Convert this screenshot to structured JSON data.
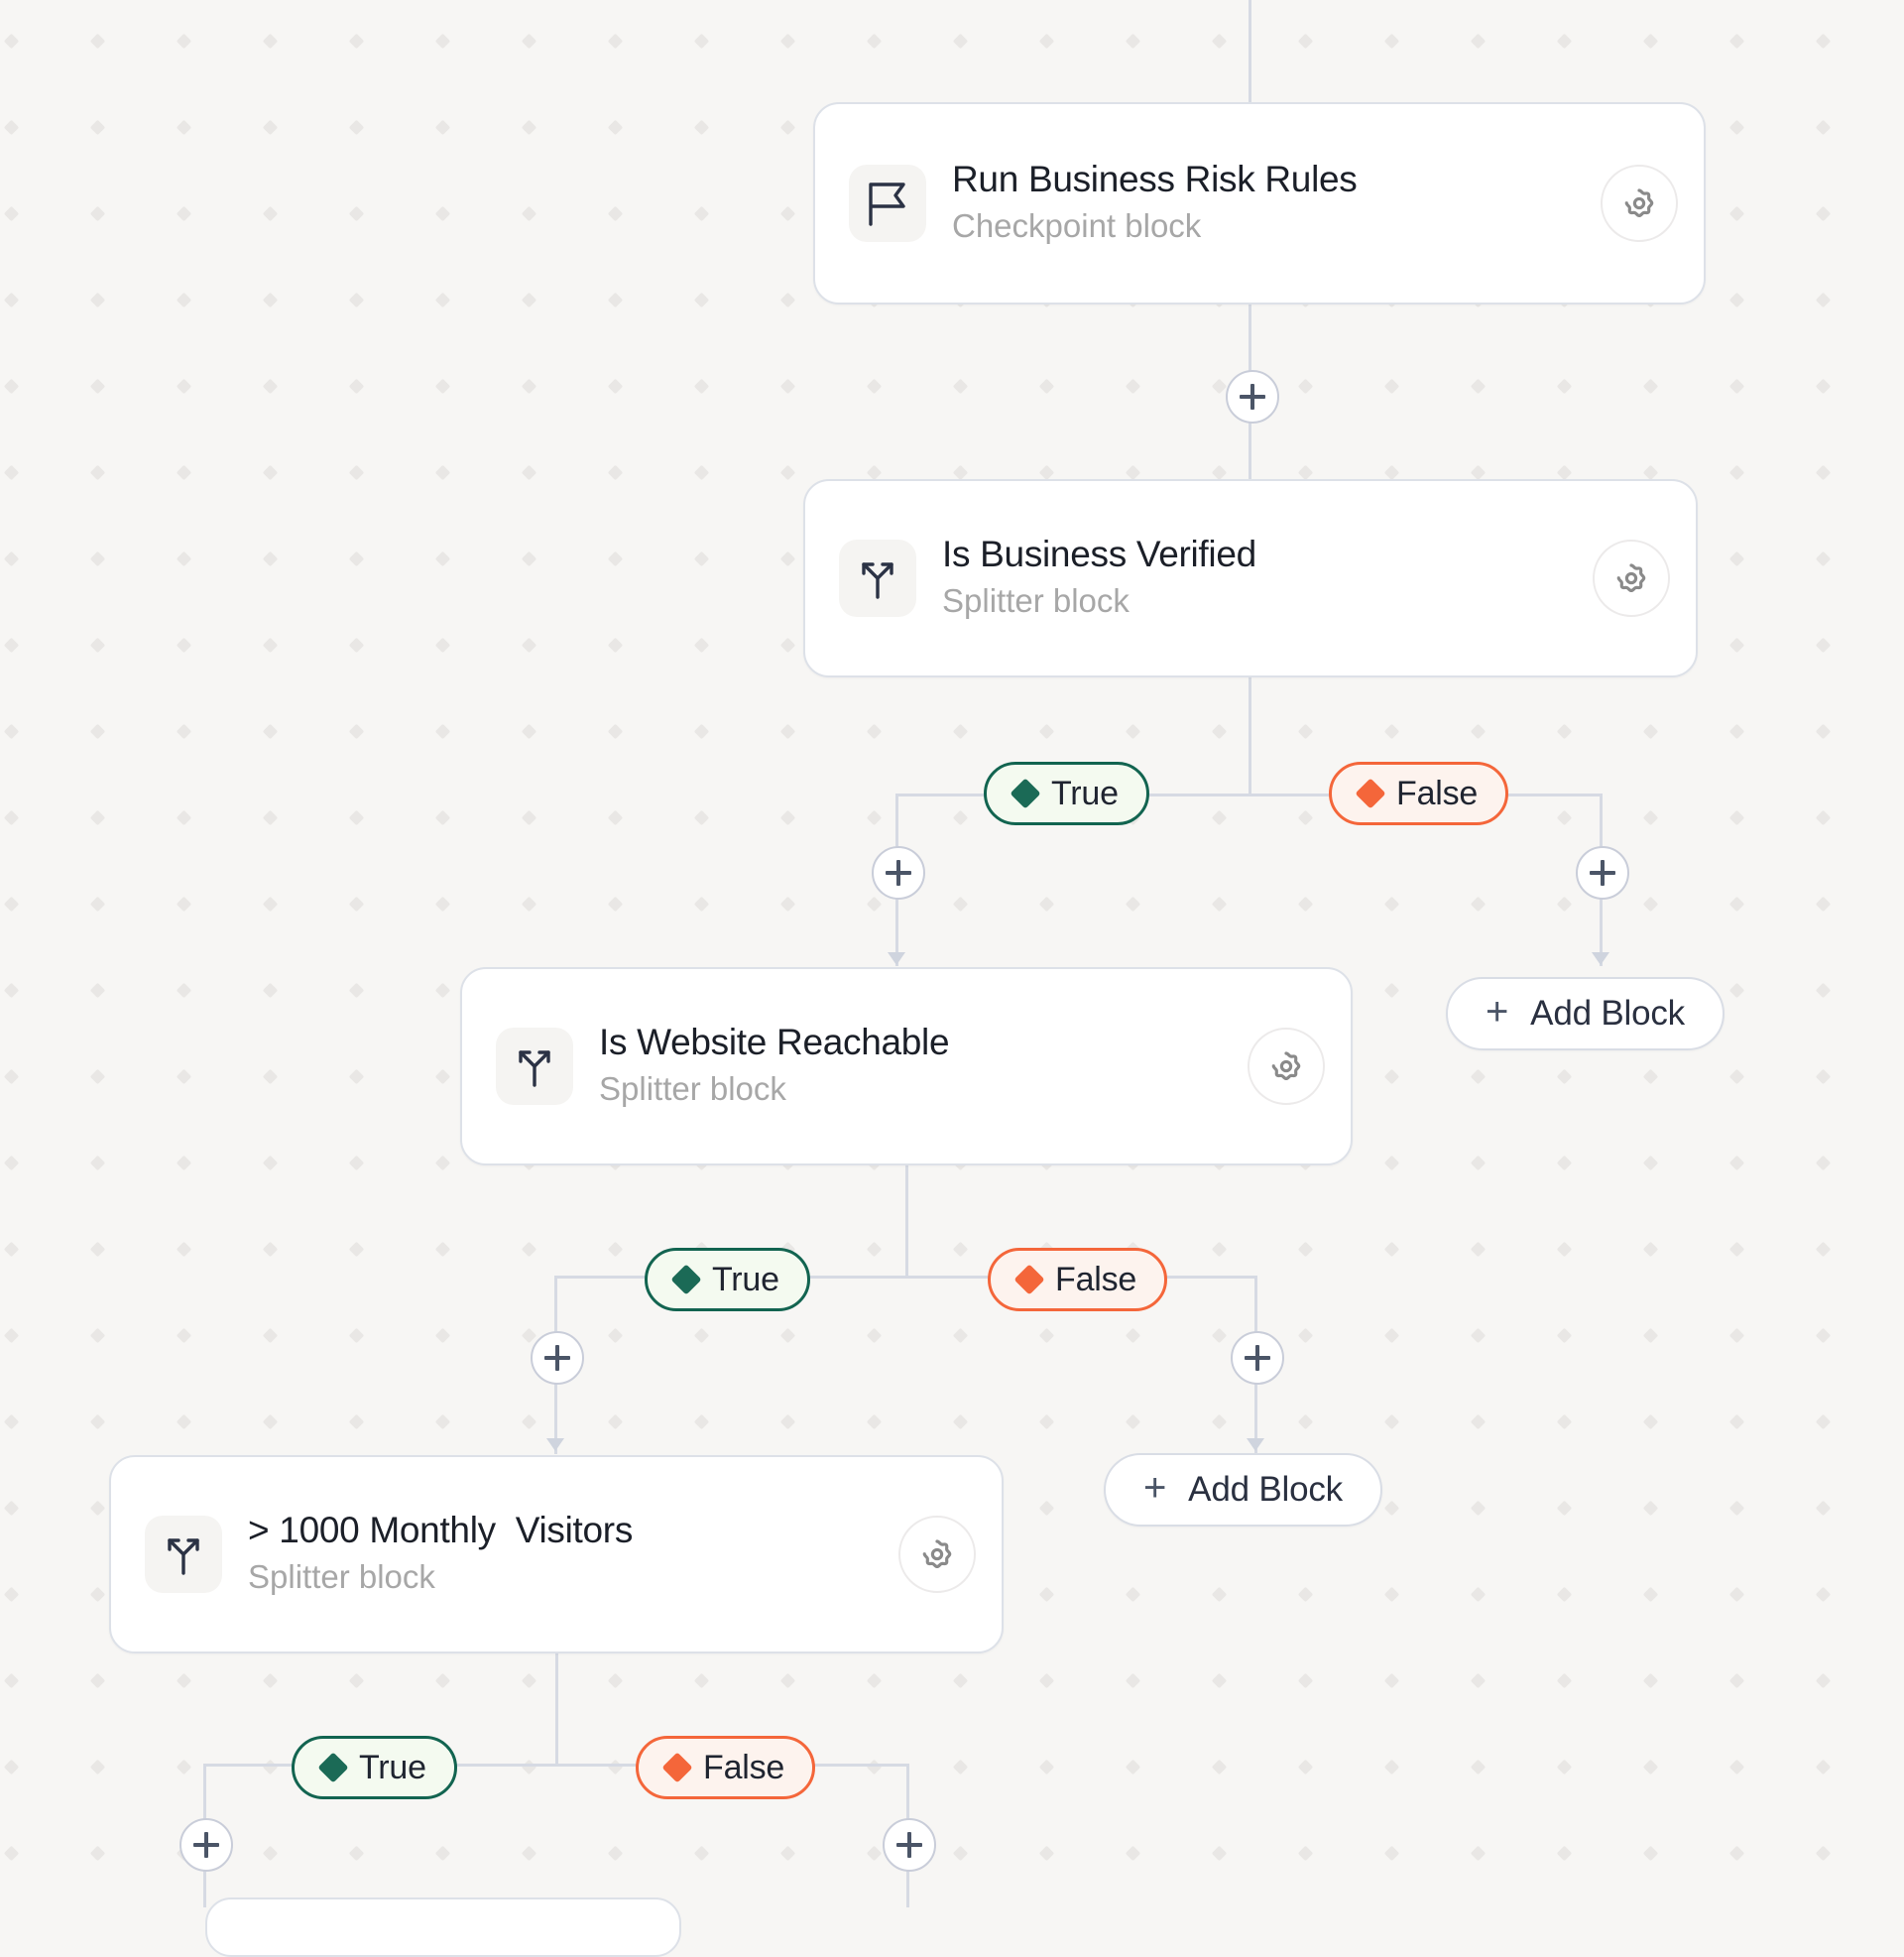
{
  "app": {
    "view": "workflow-builder-canvas",
    "background_color": "#f7f6f4",
    "connector_color": "#d6dae3"
  },
  "colors": {
    "true_border": "#126450",
    "true_fill": "#f4faf0",
    "true_diamond": "#1b6a56",
    "false_border": "#f4663a",
    "false_fill": "#fdf3ee",
    "false_diamond": "#f4663a",
    "card_border": "#dde1e8",
    "card_fill": "#ffffff",
    "title_text": "#1b1f28",
    "subtitle_text": "#a7a7a7"
  },
  "nodes": [
    {
      "id": "run-business-risk-rules",
      "title": "Run Business Risk Rules",
      "subtitle": "Checkpoint block",
      "icon": "flag-icon",
      "settings_icon": "gear-icon"
    },
    {
      "id": "is-business-verified",
      "title": "Is Business Verified",
      "subtitle": "Splitter block",
      "icon": "splitter-icon",
      "settings_icon": "gear-icon"
    },
    {
      "id": "is-website-reachable",
      "title": "Is Website Reachable",
      "subtitle": "Splitter block",
      "icon": "splitter-icon",
      "settings_icon": "gear-icon"
    },
    {
      "id": "monthly-visitors-threshold",
      "title": "> 1000 Monthly  Visitors",
      "subtitle": "Splitter block",
      "icon": "splitter-icon",
      "settings_icon": "gear-icon"
    }
  ],
  "branches": {
    "true_label": "True",
    "false_label": "False"
  },
  "add_block": {
    "label": "Add Block",
    "plus": "+"
  },
  "add_node_buttons": {
    "icon": "plus-icon",
    "count": 9
  }
}
